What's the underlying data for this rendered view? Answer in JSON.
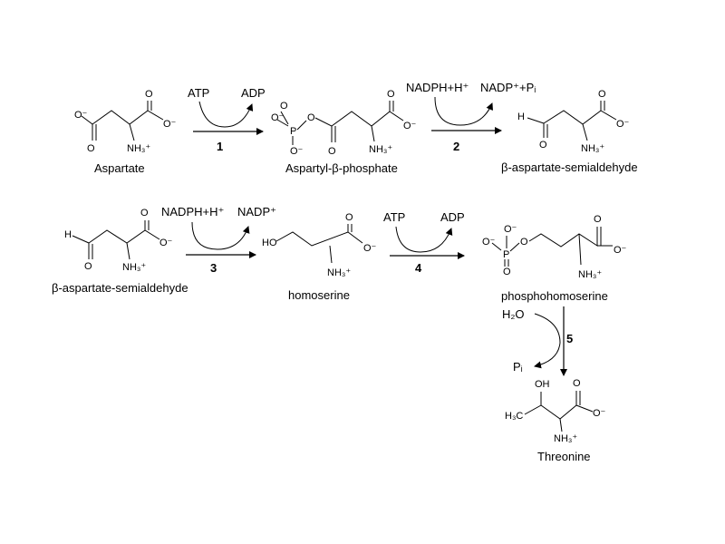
{
  "compounds": {
    "aspartate": "Aspartate",
    "aspartyl_phosphate": "Aspartyl-β-phosphate",
    "semialdehyde": "β-aspartate-semialdehyde",
    "homoserine": "homoserine",
    "phosphohomoserine": "phosphohomoserine",
    "threonine": "Threonine"
  },
  "steps": [
    {
      "number": "1",
      "cofactor_in": "ATP",
      "cofactor_out": "ADP"
    },
    {
      "number": "2",
      "cofactor_in": "NADPH+H⁺",
      "cofactor_out": "NADP⁺+Pᵢ"
    },
    {
      "number": "3",
      "cofactor_in": "NADPH+H⁺",
      "cofactor_out": "NADP⁺"
    },
    {
      "number": "4",
      "cofactor_in": "ATP",
      "cofactor_out": "ADP"
    },
    {
      "number": "5",
      "cofactor_in": "H₂O",
      "cofactor_out": "Pᵢ"
    }
  ],
  "atoms": {
    "O": "O",
    "O_minus": "O⁻",
    "P": "P",
    "H": "H",
    "HO": "HO",
    "OH": "OH",
    "NH3": "NH₃⁺",
    "H3C": "H₃C"
  }
}
